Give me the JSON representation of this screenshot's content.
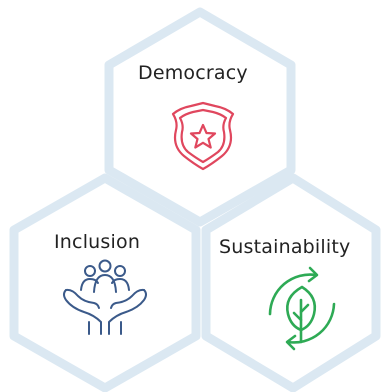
{
  "diagram": {
    "nodes": [
      {
        "id": "democracy",
        "label": "Democracy",
        "icon": "police-badge-star-icon",
        "color": "#e0475e"
      },
      {
        "id": "inclusion",
        "label": "Inclusion",
        "icon": "hands-holding-people-icon",
        "color": "#3b5a8a"
      },
      {
        "id": "sustainability",
        "label": "Sustainability",
        "icon": "leaf-recycle-icon",
        "color": "#2eaa55"
      }
    ],
    "hex_color": "#dbe8f2"
  }
}
